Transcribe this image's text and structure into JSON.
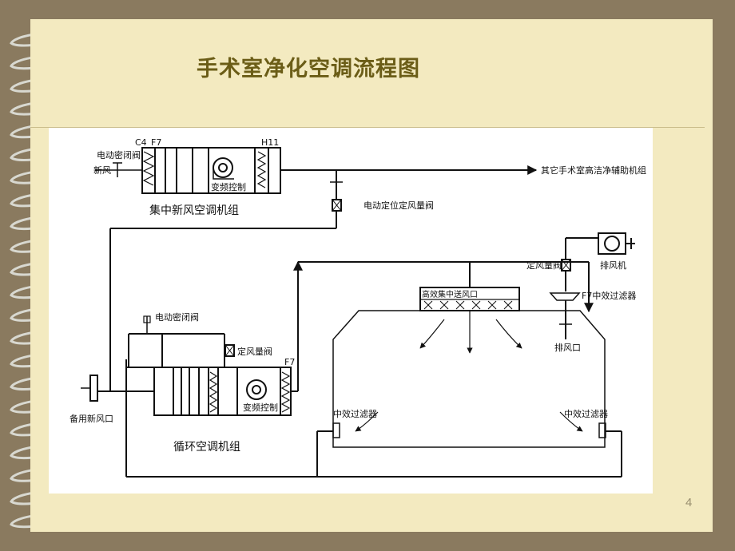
{
  "slide": {
    "title": "手术室净化空调流程图",
    "page_number": "4",
    "colors": {
      "background": "#8a7a5f",
      "slide": "#f3eac0",
      "title": "#6b5d17"
    }
  },
  "diagram": {
    "labels": {
      "c4": "C4",
      "f7_top": "F7",
      "h11": "H11",
      "motor_damper_top": "电动密闭阀",
      "fresh_air": "新风",
      "vfd_top": "变频控制",
      "fresh_ahu_name": "集中新风空调机组",
      "to_other_rooms": "其它手术室高洁净辅助机组",
      "motor_const_damper": "电动定位定风量阀",
      "const_damper_right": "定风量阀",
      "exhaust_fan": "排风机",
      "f7_mid_filter": "F7中效过滤器",
      "exhaust_outlet": "排风口",
      "plenum": "高效集中送风口",
      "motor_damper_left": "电动密闭阀",
      "const_damper_left": "定风量阀",
      "f7_recirc": "F7",
      "vfd_recirc": "变频控制",
      "backup_fresh_air": "备用新风口",
      "recirc_ahu_name": "循环空调机组",
      "mid_filter_left": "中效过滤器",
      "mid_filter_right": "中效过滤器"
    }
  }
}
